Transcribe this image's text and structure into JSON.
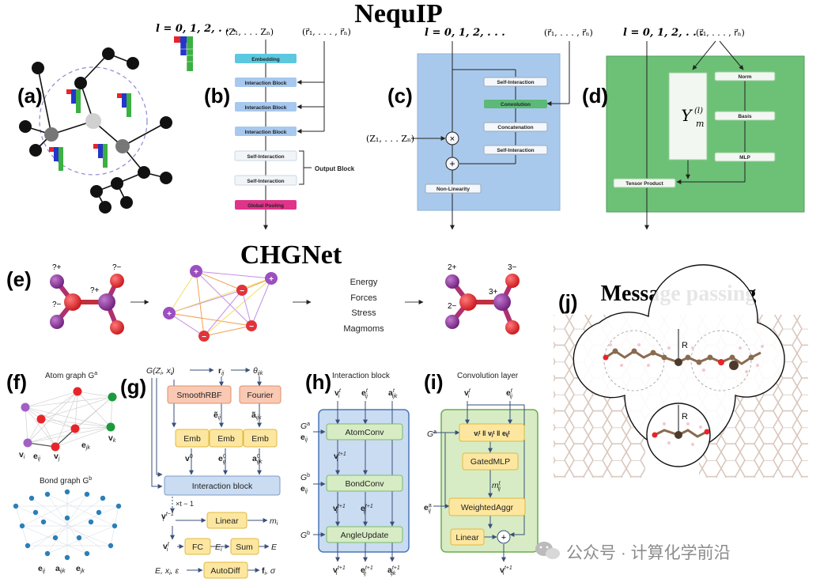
{
  "colors": {
    "nequip_blue_box": "#a9c9ec",
    "nequip_green_box": "#6cc176",
    "embedding": "#5bc8e0",
    "global_pooling": "#e0338a",
    "block_blue": "#a7c8ef",
    "convolution": "#5cb978",
    "chg_orange": "#f9c9b4",
    "chg_yellow": "#fde7a0",
    "chg_blue": "#c9dcf2",
    "chg_green_box": "#d7ecc4",
    "atom_red": "#e8242a",
    "atom_purple": "#8e2f9c",
    "atom_green": "#1a9a3c"
  },
  "titles": {
    "nequip": "NequIP",
    "chgnet": "CHGNet",
    "message_passing": "Message passing"
  },
  "panel_labels": {
    "a": "(a)",
    "b": "(b)",
    "c": "(c)",
    "d": "(d)",
    "e": "(e)",
    "f": "(f)",
    "g": "(g)",
    "h": "(h)",
    "i": "(i)",
    "j": "(j)"
  },
  "nequip": {
    "l_label": "l = 0, 1, 2, . . .",
    "z_label": "(Z₁, . . . Zₙ)",
    "r_label": "(r⃗₁, . . . , r⃗ₙ)",
    "b_blocks": {
      "embedding": "Embedding",
      "interaction_1": "Interaction Block",
      "interaction_2": "Interaction Block",
      "interaction_3": "Interaction Block",
      "self_interaction_1": "Self-Interaction",
      "self_interaction_2": "Self-Interaction",
      "global_pooling": "Global Pooling",
      "output_block": "Output Block"
    },
    "c_blocks": {
      "self_interaction_top": "Self-Interaction",
      "convolution": "Convolution",
      "concatenation": "Concatenation",
      "self_interaction_bottom": "Self-Interaction",
      "non_linearity": "Non-Linearity",
      "times": "×",
      "plus": "+"
    },
    "d_blocks": {
      "ylm_main": "Y",
      "ylm_sub": "m",
      "ylm_sup": "(l)",
      "norm": "Norm",
      "basis": "Basis",
      "mlp": "MLP",
      "tensor_product": "Tensor Product"
    }
  },
  "chgnet_e": {
    "charges_left": [
      "?+",
      "?−",
      "?+",
      "?−"
    ],
    "ion_signs": [
      "+",
      "+",
      "+",
      "−",
      "−",
      "−"
    ],
    "outputs": [
      "Energy",
      "Forces",
      "Stress",
      "Magmoms"
    ],
    "charges_right": [
      "2+",
      "3−",
      "3+",
      "2−"
    ]
  },
  "panel_f": {
    "atom_graph": "Atom graph G",
    "atom_graph_sup": "a",
    "bond_graph": "Bond graph G",
    "bond_graph_sup": "b",
    "vi": "v",
    "vi_sub": "i",
    "eij": "e",
    "eij_sub": "ij",
    "vj": "v",
    "vj_sub": "j",
    "ejk": "e",
    "ejk_sub": "jk",
    "vk": "v",
    "vk_sub": "k",
    "aijk": "a",
    "aijk_sub": "ijk"
  },
  "panel_g": {
    "input": "G(Z",
    "input_mid": ", x",
    "input_end": ")",
    "rij": "r",
    "theta": "θ",
    "smoothrbf": "SmoothRBF",
    "fourier": "Fourier",
    "e_tilde": "ẽ",
    "a_tilde": "ã",
    "emb": "Emb",
    "v0": "v",
    "e0": "e",
    "a0": "a",
    "interaction_block": "Interaction block",
    "times_t": "×t − 1",
    "linear": "Linear",
    "mi": "m",
    "fc": "FC",
    "ei_energy": "E",
    "sum": "Sum",
    "E": "E",
    "autodiff": "AutoDiff",
    "autodiff_in": "E, x",
    "autodiff_in_end": ", ε",
    "outputs": "f",
    "outputs_end": ", σ"
  },
  "panel_h": {
    "title": "Interaction block",
    "atomconv": "AtomConv",
    "bondconv": "BondConv",
    "angleupdate": "AngleUpdate",
    "ga": "G",
    "gb": "G"
  },
  "panel_i": {
    "title": "Convolution layer",
    "concat": "vᵢᵗ ‖ vⱼᵗ ‖ eᵢⱼᵗ",
    "gatedmlp": "GatedMLP",
    "weightedaggr": "WeightedAggr",
    "linear": "Linear",
    "plus": "+",
    "mij": "m",
    "ga": "G"
  },
  "panel_j": {
    "radius_label_top": "R",
    "radius_label_bottom": "R"
  },
  "watermark": {
    "text": "公众号 · 计算化学前沿"
  }
}
